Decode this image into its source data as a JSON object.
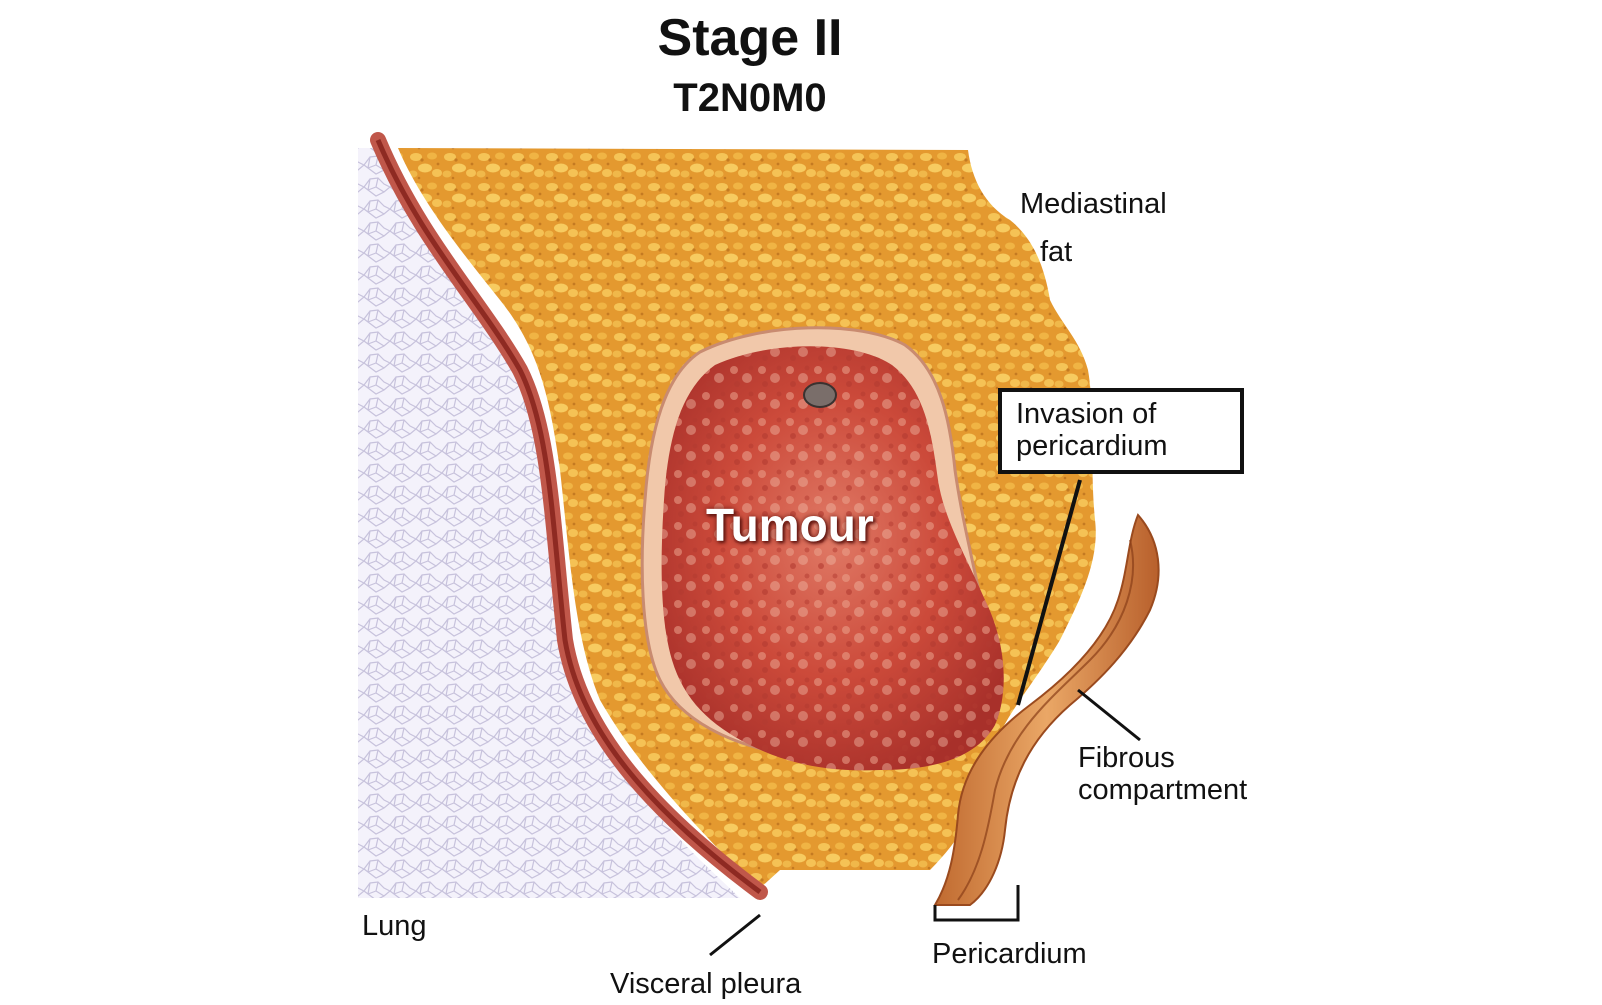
{
  "title": "Stage II",
  "subtitle": "T2N0M0",
  "labels": {
    "mediastinal_fat_line1": "Mediastinal",
    "mediastinal_fat_line2": "fat",
    "invasion_line1": "Invasion of",
    "invasion_line2": "pericardium",
    "tumour": "Tumour",
    "fibrous_line1": "Fibrous",
    "fibrous_line2": "compartment",
    "lung": "Lung",
    "visceral_pleura": "Visceral pleura",
    "pericardium": "Pericardium"
  },
  "colors": {
    "lung_tissue": "#f3f1fa",
    "lung_mesh": "#c9c4dc",
    "mediastinal_fat": "#e8a33a",
    "fat_highlight": "#f6c45a",
    "pleura": "#b4483a",
    "pleura_dark": "#8e2a22",
    "tumour_capsule": "#f0c6a8",
    "tumour": "#c9483a",
    "pericardium": "#d98a4a"
  }
}
